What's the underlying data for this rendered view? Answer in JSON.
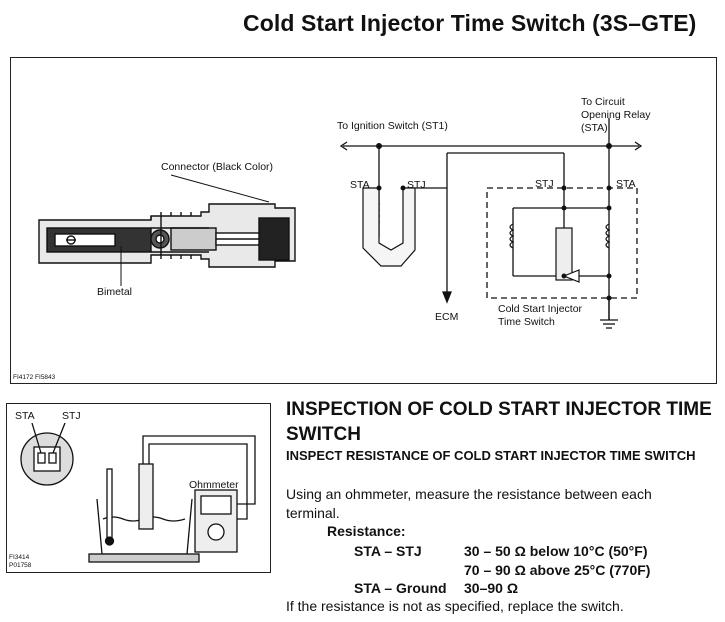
{
  "title": "Cold Start Injector Time Switch (3S–GTE)",
  "top_figure": {
    "connector_label": "Connector (Black Color)",
    "bimetal_label": "Bimetal",
    "ignition_label": "To Ignition Switch (ST1)",
    "relay_label": [
      "To Circuit",
      "Opening Relay",
      "(STA)"
    ],
    "sta_left": "STA",
    "stj_left": "STJ",
    "stj_right": "STJ",
    "sta_right": "STA",
    "ecm_label": "ECM",
    "injector_label": [
      "Cold Start Injector",
      "Time Switch"
    ],
    "figure_code": "FI4172 FI5843"
  },
  "bottom_figure": {
    "sta_label": "STA",
    "stj_label": "STJ",
    "ohmmeter_label": "Ohmmeter",
    "figure_code": [
      "FI3414",
      "P01758"
    ]
  },
  "section": {
    "heading": "INSPECTION OF COLD START INJECTOR TIME SWITCH",
    "subheading": "INSPECT RESISTANCE OF COLD START INJECTOR TIME SWITCH",
    "body": "Using an ohmmeter, measure the resistance between each terminal.",
    "resistance_label": "Resistance:",
    "rows": [
      {
        "terminals": "STA – STJ",
        "values": [
          "30 – 50 Ω below 10°C (50°F)",
          "70 – 90 Ω above 25°C (770F)"
        ]
      },
      {
        "terminals": "STA – Ground",
        "values": [
          "30–90 Ω"
        ]
      }
    ],
    "note": "If the resistance is not as specified, replace the switch."
  }
}
